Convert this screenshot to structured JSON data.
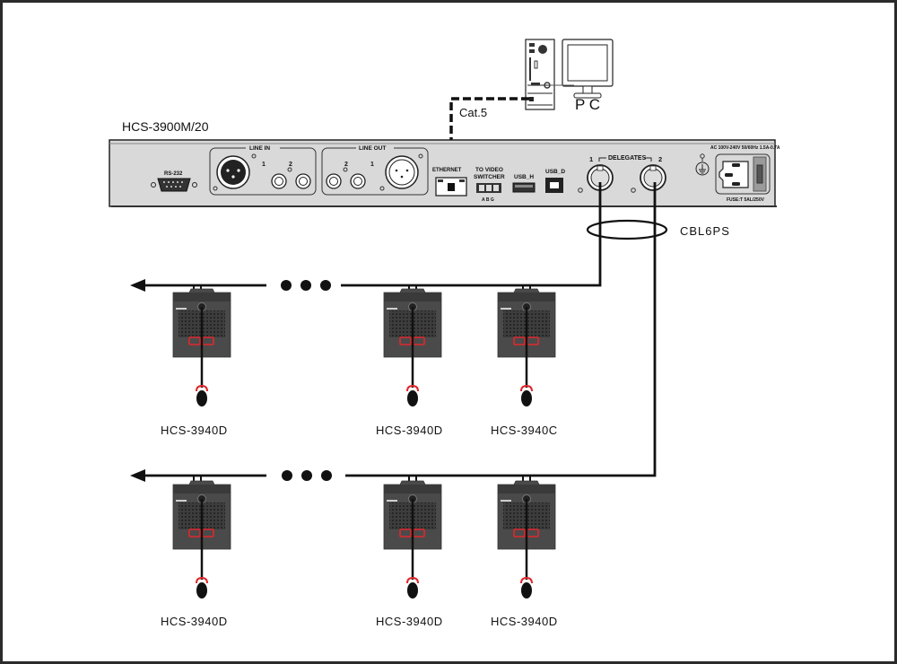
{
  "main_unit": {
    "model": "HCS-3900M/20",
    "ports": {
      "rs232": "RS-232",
      "line_in": "LINE IN",
      "line_in_ch1": "1",
      "line_in_ch2": "2",
      "line_out": "LINE OUT",
      "line_out_ch1": "1",
      "line_out_ch2": "2",
      "ethernet": "ETHERNET",
      "video_switcher_1": "TO VIDEO",
      "video_switcher_2": "SWITCHER",
      "video_switcher_pins": "A B G",
      "usb_h": "USB_H",
      "usb_d": "USB_D",
      "delegates": "DELEGATES",
      "delegates_1": "1",
      "delegates_2": "2",
      "power_rating": "AC 100V-240V 50/60Hz 1.5A-0.7A",
      "fuse": "FUSE:T 5AL/250V"
    }
  },
  "pc": {
    "label": "P C"
  },
  "cables": {
    "ethernet": "Cat.5",
    "delegate": "CBL6PS"
  },
  "units": {
    "row1": [
      {
        "model": "HCS-3940D"
      },
      {
        "model": "HCS-3940D"
      },
      {
        "model": "HCS-3940C"
      }
    ],
    "row2": [
      {
        "model": "HCS-3940D"
      },
      {
        "model": "HCS-3940D"
      },
      {
        "model": "HCS-3940D"
      }
    ]
  },
  "colors": {
    "panel": "#d9d9d9",
    "unit_body": "#4a4a4a",
    "accent_red": "#e0272d",
    "line": "#111111"
  }
}
